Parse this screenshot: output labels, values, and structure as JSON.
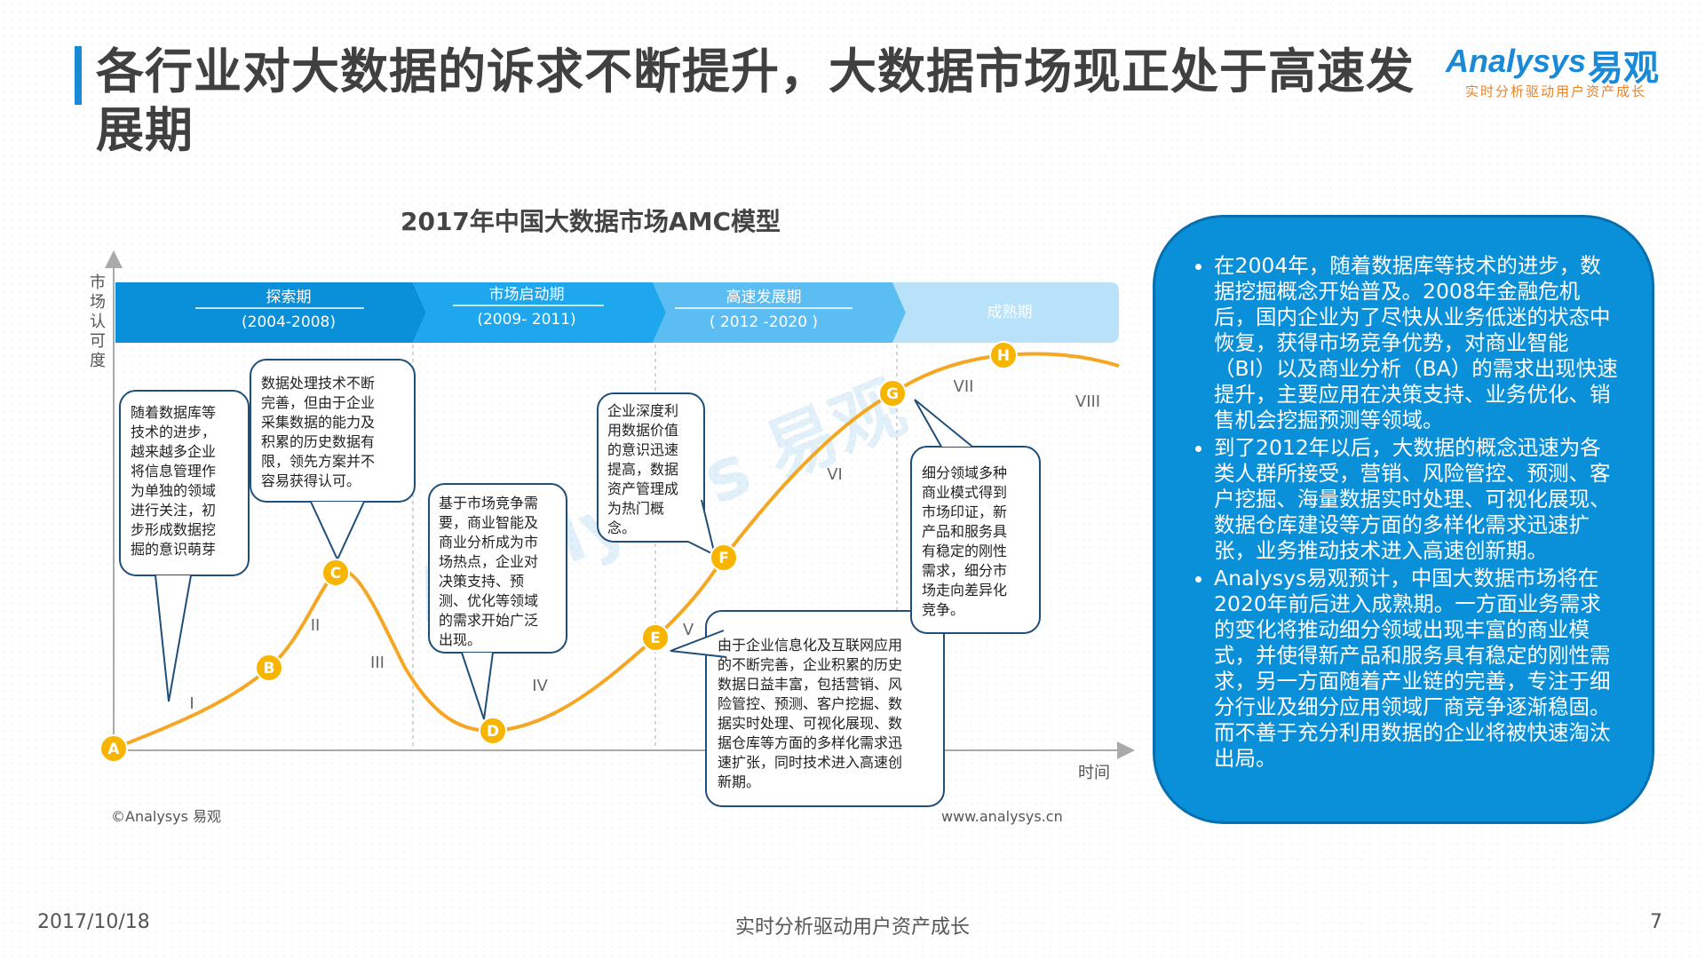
{
  "header": {
    "title": "各行业对大数据的诉求不断提升，大数据市场现正处于高速发展期",
    "logo_en": "Analysys",
    "logo_cn": "易观",
    "logo_sub": "实时分析驱动用户资产成长"
  },
  "diagram": {
    "title": "2017年中国大数据市场AMC模型",
    "y_axis_label": "市场认可度",
    "x_axis_label": "时间",
    "phases": [
      {
        "name": "探索期",
        "period": "(2004-2008)"
      },
      {
        "name": "市场启动期",
        "period": "(2009- 2011)"
      },
      {
        "name": "高速发展期",
        "period": "( 2012 -2020 )"
      },
      {
        "name": "成熟期",
        "period": ""
      }
    ],
    "points": [
      "A",
      "B",
      "C",
      "D",
      "E",
      "F",
      "G",
      "H"
    ],
    "stages": [
      "I",
      "II",
      "III",
      "IV",
      "V",
      "VI",
      "VII",
      "VIII"
    ],
    "callouts": [
      {
        "lines": [
          "随着数据库等",
          "技术的进步，",
          "越来越多企业",
          "将信息管理作",
          "为单独的领域",
          "进行关注，初",
          "步形成数据挖",
          "掘的意识萌芽"
        ]
      },
      {
        "lines": [
          "数据处理技术不断",
          "完善，但由于企业",
          "采集数据的能力及",
          "积累的历史数据有",
          "限，领先方案并不",
          "容易获得认可。"
        ]
      },
      {
        "lines": [
          "基于市场竞争需",
          "要，商业智能及",
          "商业分析成为市",
          "场热点，企业对",
          "决策支持、预",
          "测、优化等领域",
          "的需求开始广泛",
          "出现。"
        ]
      },
      {
        "lines": [
          "企业深度利",
          "用数据价值",
          "的意识迅速",
          "提高，数据",
          "资产管理成",
          "为热门概",
          "念。"
        ]
      },
      {
        "lines": [
          "由于企业信息化及互联网应用",
          "的不断完善，企业积累的历史",
          "数据日益丰富，包括营销、风",
          "险管控、预测、客户挖掘、数",
          "据实时处理、可视化展现、数",
          "据仓库等方面的多样化需求迅",
          "速扩张，同时技术进入高速创",
          "新期。"
        ]
      },
      {
        "lines": [
          "细分领域多种",
          "商业模式得到",
          "市场印证，新",
          "产品和服务具",
          "有稳定的刚性",
          "需求，细分市",
          "场走向差异化",
          "竞争。"
        ]
      }
    ],
    "source_left": "©Analysys 易观",
    "source_right": "www.analysys.cn",
    "watermark": "Analysys 易观"
  },
  "panel": {
    "bullets": [
      "在2004年，随着数据库等技术的进步，数据挖掘概念开始普及。2008年金融危机后，国内企业为了尽快从业务低迷的状态中恢复，获得市场竞争优势，对商业智能（BI）以及商业分析（BA）的需求出现快速提升，主要应用在决策支持、业务优化、销售机会挖掘预测等领域。",
      "到了2012年以后，大数据的概念迅速为各类人群所接受，营销、风险管控、预测、客户挖掘、海量数据实时处理、可视化展现、数据仓库建设等方面的多样化需求迅速扩张，业务推动技术进入高速创新期。",
      "Analysys易观预计，中国大数据市场将在2020年前后进入成熟期。一方面业务需求的变化将推动细分领域出现丰富的商业模式，并使得新产品和服务具有稳定的刚性需求，另一方面随着产业链的完善，专注于细分行业及细分应用领域厂商竞争逐渐稳固。而不善于充分利用数据的企业将被快速淘汰出局。"
    ]
  },
  "footer": {
    "date": "2017/10/18",
    "slogan": "实时分析驱动用户资产成长",
    "page": "7"
  },
  "colors": {
    "accent_blue": "#0a8fd9",
    "curve_orange": "#f5a623",
    "point_fill": "#f7b500"
  }
}
